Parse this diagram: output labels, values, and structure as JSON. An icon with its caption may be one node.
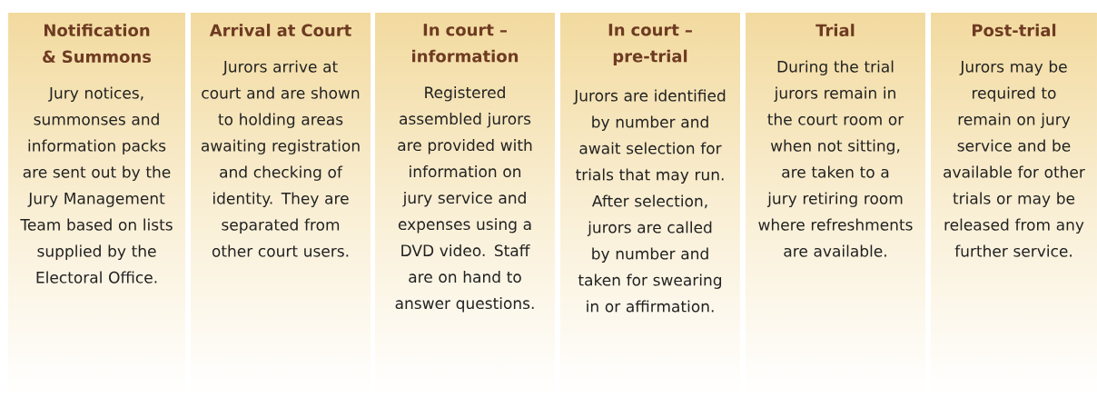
{
  "diagram": {
    "nodes": [
      {
        "text": [
          "Notification & Summons",
          "Jury notices, summonses and information packs are sent out by the Jury Management Team based on lists supplied by the Electoral Office."
        ]
      },
      {
        "text": [
          "Arrival at Court",
          "Jurors arrive at court and are shown to holding areas awaiting registration and checking of identity.  They are separated from other court users."
        ]
      },
      {
        "text": [
          "In court – information",
          "Registered assembled jurors are provided with information on jury service and expenses using a DVD video. Staff are on hand to answer questions."
        ]
      },
      {
        "text": [
          "In court – pre-trial",
          "Jurors are identified by number and await selection for trials that may run.  After selection, jurors are called by number and taken for swearing in or affirmation."
        ]
      },
      {
        "text": [
          "Trial",
          "During the trial jurors remain in the court room or when not sitting, are taken to a jury retiring room where refreshments are available."
        ]
      },
      {
        "text": [
          "Post-trial",
          "Jurors may be required to remain on jury service and be available for other trials or may be released from any further service."
        ]
      }
    ]
  }
}
